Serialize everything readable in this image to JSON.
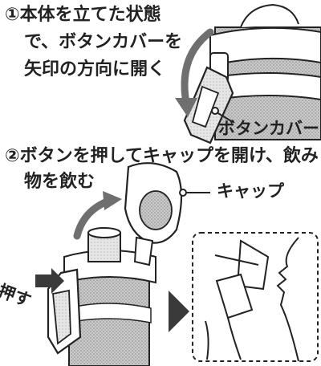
{
  "step1": {
    "lines": [
      "①本体を立てた状態",
      "で、ボタンカバーを",
      "矢印の方向に開く"
    ]
  },
  "step2": {
    "lines": [
      "②ボタンを押してキャップを開け、飲み",
      "物を飲む"
    ]
  },
  "labels": {
    "button_cover": "ボタンカバー",
    "cap": "キャップ",
    "push": "押す"
  },
  "colors": {
    "ink": "#222222",
    "bottle_tone": "#9a9a9a",
    "arrow_gray": "#6f6f6f",
    "dark_marker": "#3a3a3a"
  }
}
